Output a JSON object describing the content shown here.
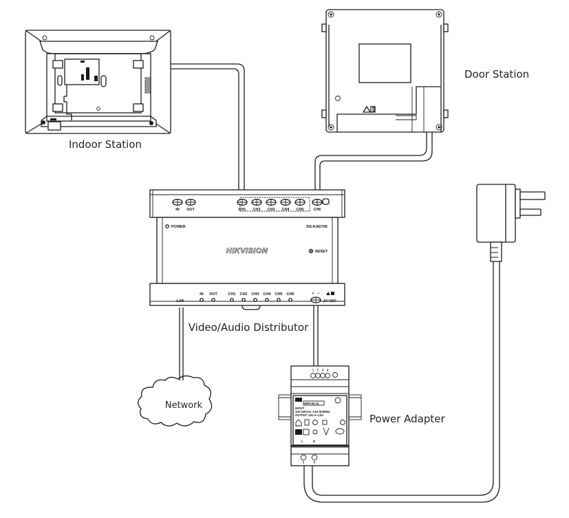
{
  "diagram": {
    "type": "wiring-diagram",
    "line_color": "#1a1a1a",
    "background": "#ffffff",
    "components": {
      "indoor_station": {
        "label": "Indoor Station"
      },
      "door_station": {
        "label": "Door Station"
      },
      "distributor": {
        "label": "Video/Audio Distributor",
        "brand": "HIKVISION",
        "model": "DS-KAD706",
        "top_ports": [
          "IN",
          "OUT",
          "CH1",
          "CH2",
          "CH3",
          "CH4",
          "CH5",
          "CH6"
        ],
        "power_indicator": "POWER",
        "reset_label": "RESET",
        "bottom_labels": [
          "LAN",
          "IN",
          "OUT",
          "CH1",
          "CH2",
          "CH3",
          "CH4",
          "CH5",
          "CH6"
        ],
        "power_polarity": [
          "+",
          "−"
        ],
        "power_input": "24 VDC"
      },
      "network": {
        "label": "Network"
      },
      "power_adapter": {
        "label": "Power Adapter",
        "terminal_top": [
          "1",
          "2",
          "3",
          "4"
        ],
        "terminal_bottom": [
          "5",
          "6"
        ],
        "model": "HDR-60-24",
        "input_spec": "INPUT:",
        "input_value": "100-240VAC 1.6A 50/60Hz",
        "output_spec": "OUTPUT: 24V ⎓ 2.5A",
        "io_bottom": [
          "L",
          "N"
        ]
      },
      "wall_plug": {
        "label": ""
      }
    },
    "connections": [
      {
        "from": "indoor_station",
        "to": "distributor.CH1"
      },
      {
        "from": "door_station",
        "to": "distributor.CH6"
      },
      {
        "from": "distributor.LAN",
        "to": "network"
      },
      {
        "from": "distributor.24VDC",
        "to": "power_adapter.terminals_1-4"
      },
      {
        "from": "power_adapter.terminals_5-6",
        "to": "wall_plug"
      }
    ]
  }
}
